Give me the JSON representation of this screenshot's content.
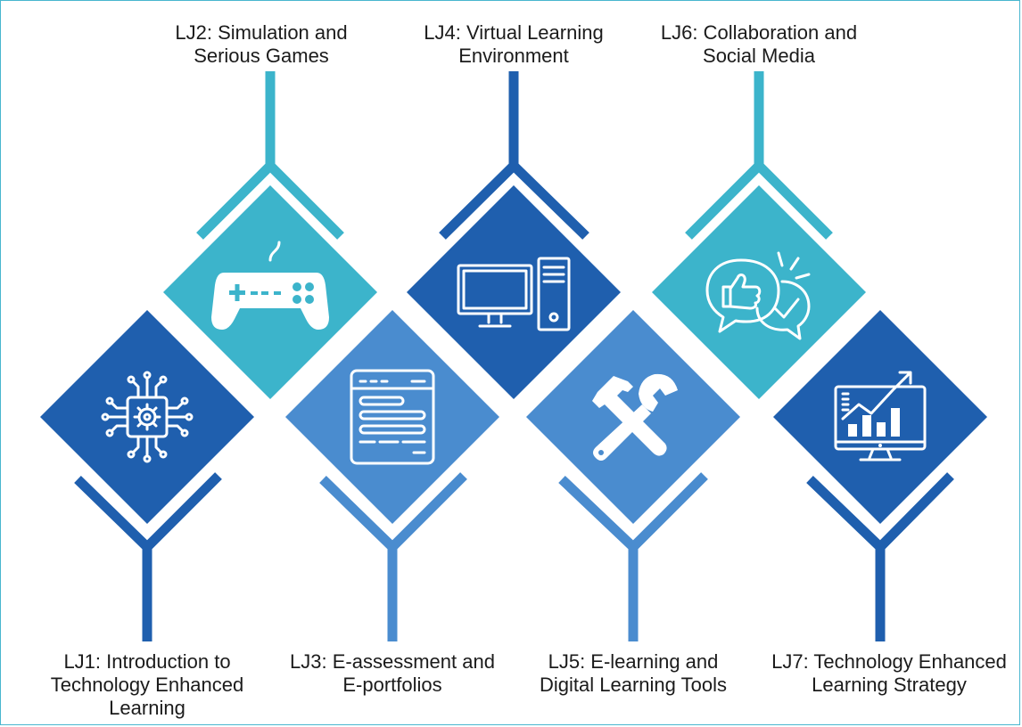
{
  "colors": {
    "teal": "#3cb4cb",
    "dark_blue": "#1f5fae",
    "mid_blue": "#4a8ccf",
    "border": "#48b6cf",
    "text": "#1b1b1b"
  },
  "journeys": [
    {
      "id": "LJ1",
      "lines": [
        "LJ1: Introduction to",
        "Technology Enhanced",
        "Learning"
      ],
      "icon": "chip-gear-icon",
      "color": "dark_blue",
      "label_position": "bottom"
    },
    {
      "id": "LJ2",
      "lines": [
        "LJ2: Simulation and",
        "Serious Games"
      ],
      "icon": "gamepad-icon",
      "color": "teal",
      "label_position": "top"
    },
    {
      "id": "LJ3",
      "lines": [
        "LJ3: E-assessment and",
        "E-portfolios"
      ],
      "icon": "form-window-icon",
      "color": "mid_blue",
      "label_position": "bottom"
    },
    {
      "id": "LJ4",
      "lines": [
        "LJ4: Virtual Learning",
        "Environment"
      ],
      "icon": "desktop-computer-icon",
      "color": "dark_blue",
      "label_position": "top"
    },
    {
      "id": "LJ5",
      "lines": [
        "LJ5: E-learning and",
        "Digital Learning Tools"
      ],
      "icon": "hammer-wrench-icon",
      "color": "mid_blue",
      "label_position": "bottom"
    },
    {
      "id": "LJ6",
      "lines": [
        "LJ6: Collaboration and",
        "Social Media"
      ],
      "icon": "chat-bubbles-like-icon",
      "color": "teal",
      "label_position": "top"
    },
    {
      "id": "LJ7",
      "lines": [
        "LJ7: Technology Enhanced",
        "Learning Strategy"
      ],
      "icon": "growth-chart-monitor-icon",
      "color": "dark_blue",
      "label_position": "bottom"
    }
  ]
}
